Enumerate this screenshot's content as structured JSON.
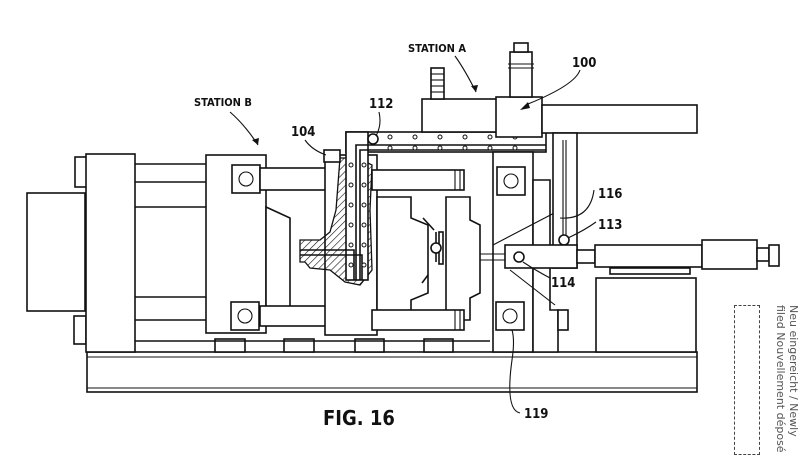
{
  "figure": {
    "title": "FIG. 16",
    "labels": {
      "station_a": "STATION A",
      "station_b": "STATION B",
      "ref_100": "100",
      "ref_104": "104",
      "ref_112": "112",
      "ref_113": "113",
      "ref_114": "114",
      "ref_116": "116",
      "ref_119": "119"
    }
  },
  "stamp": {
    "line1": "Neu eingereicht / Newly filed",
    "line2": "Nouvellement déposé"
  }
}
